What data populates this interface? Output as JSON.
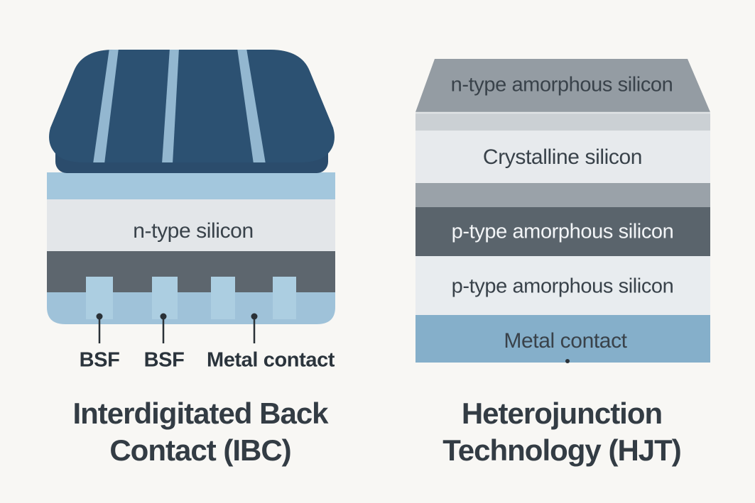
{
  "colors": {
    "background": "#f8f7f4",
    "text_dark": "#333c44",
    "text_light": "#f3f5f7",
    "leader": "#2a3137",
    "left": {
      "top_face": "#2c5172",
      "stripe": "#93b7d0",
      "front_edge": "#2b4c6c",
      "arc_layer": "#a3c7dd",
      "wafer": "#e3e6e9",
      "back_layer": "#5d666e",
      "base": "#9fc2d9",
      "finger": "#accee1"
    },
    "right": {
      "top_face": "#949ca3",
      "band_light_gray": "#cbd0d4",
      "crystalline": "#e7eaed",
      "band_mid_gray": "#9aa2a9",
      "p_type_dark": "#5a646c",
      "p_type_light": "#e8ecef",
      "metal": "#85afca",
      "seam_line": "#e0e3e5"
    }
  },
  "left_panel": {
    "wafer_label": "n-type silicon",
    "annotations": [
      "BSF",
      "BSF",
      "Metal contact"
    ],
    "caption_line1": "Interdigitated Back",
    "caption_line2": "Contact (IBC)"
  },
  "right_panel": {
    "layers": {
      "top": "n-type amorphous silicon",
      "crystalline": "Crystalline silicon",
      "p_type_1": "p-type amorphous silicon",
      "p_type_2": "p-type amorphous silicon",
      "metal": "Metal contact"
    },
    "caption_line1": "Heterojunction",
    "caption_line2": "Technology (HJT)"
  }
}
